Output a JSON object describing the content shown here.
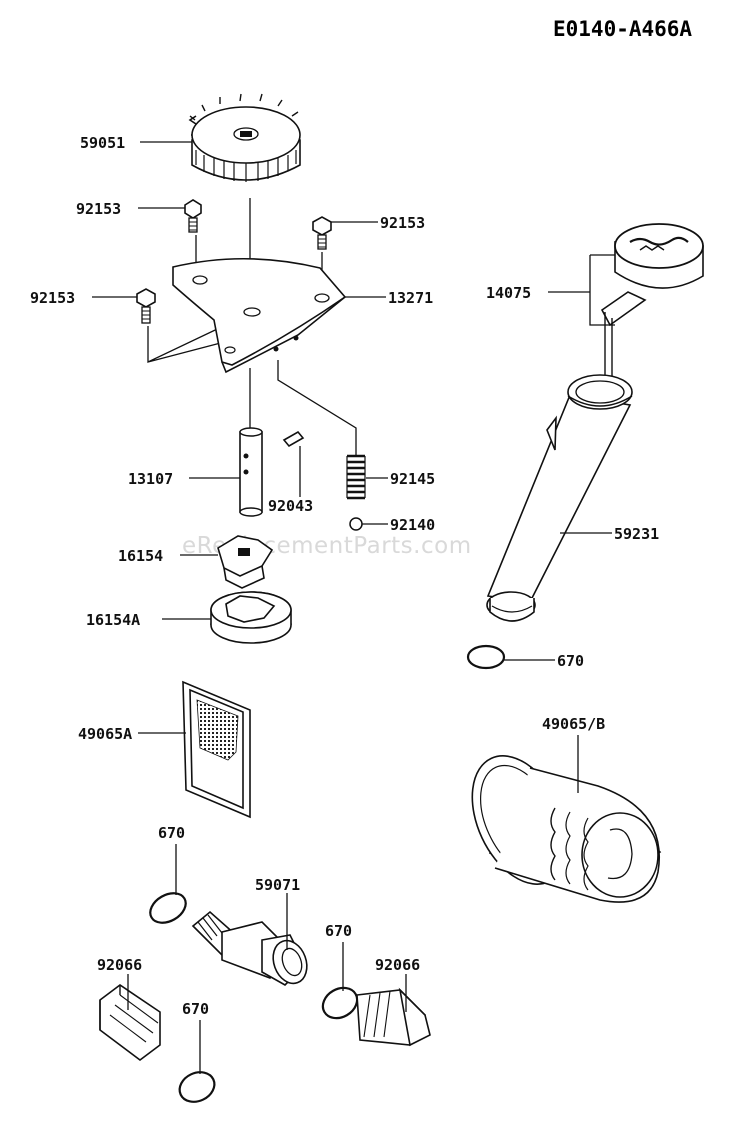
{
  "diagram_code": "E0140-A466A",
  "watermark": "eReplacementParts.com",
  "labels": {
    "p59051": "59051",
    "p92153_a": "92153",
    "p92153_b": "92153",
    "p92153_c": "92153",
    "p13271": "13271",
    "p14075": "14075",
    "p13107": "13107",
    "p92043": "92043",
    "p92145": "92145",
    "p92140": "92140",
    "p16154": "16154",
    "p16154A": "16154A",
    "p59231": "59231",
    "p670_a": "670",
    "p49065A": "49065A",
    "p49065B": "49065/B",
    "p670_b": "670",
    "p59071": "59071",
    "p670_c": "670",
    "p92066_a": "92066",
    "p92066_b": "92066",
    "p670_d": "670"
  },
  "colors": {
    "line": "#111111",
    "part_fill": "#ffffff",
    "shade": "#9a9a9a"
  }
}
